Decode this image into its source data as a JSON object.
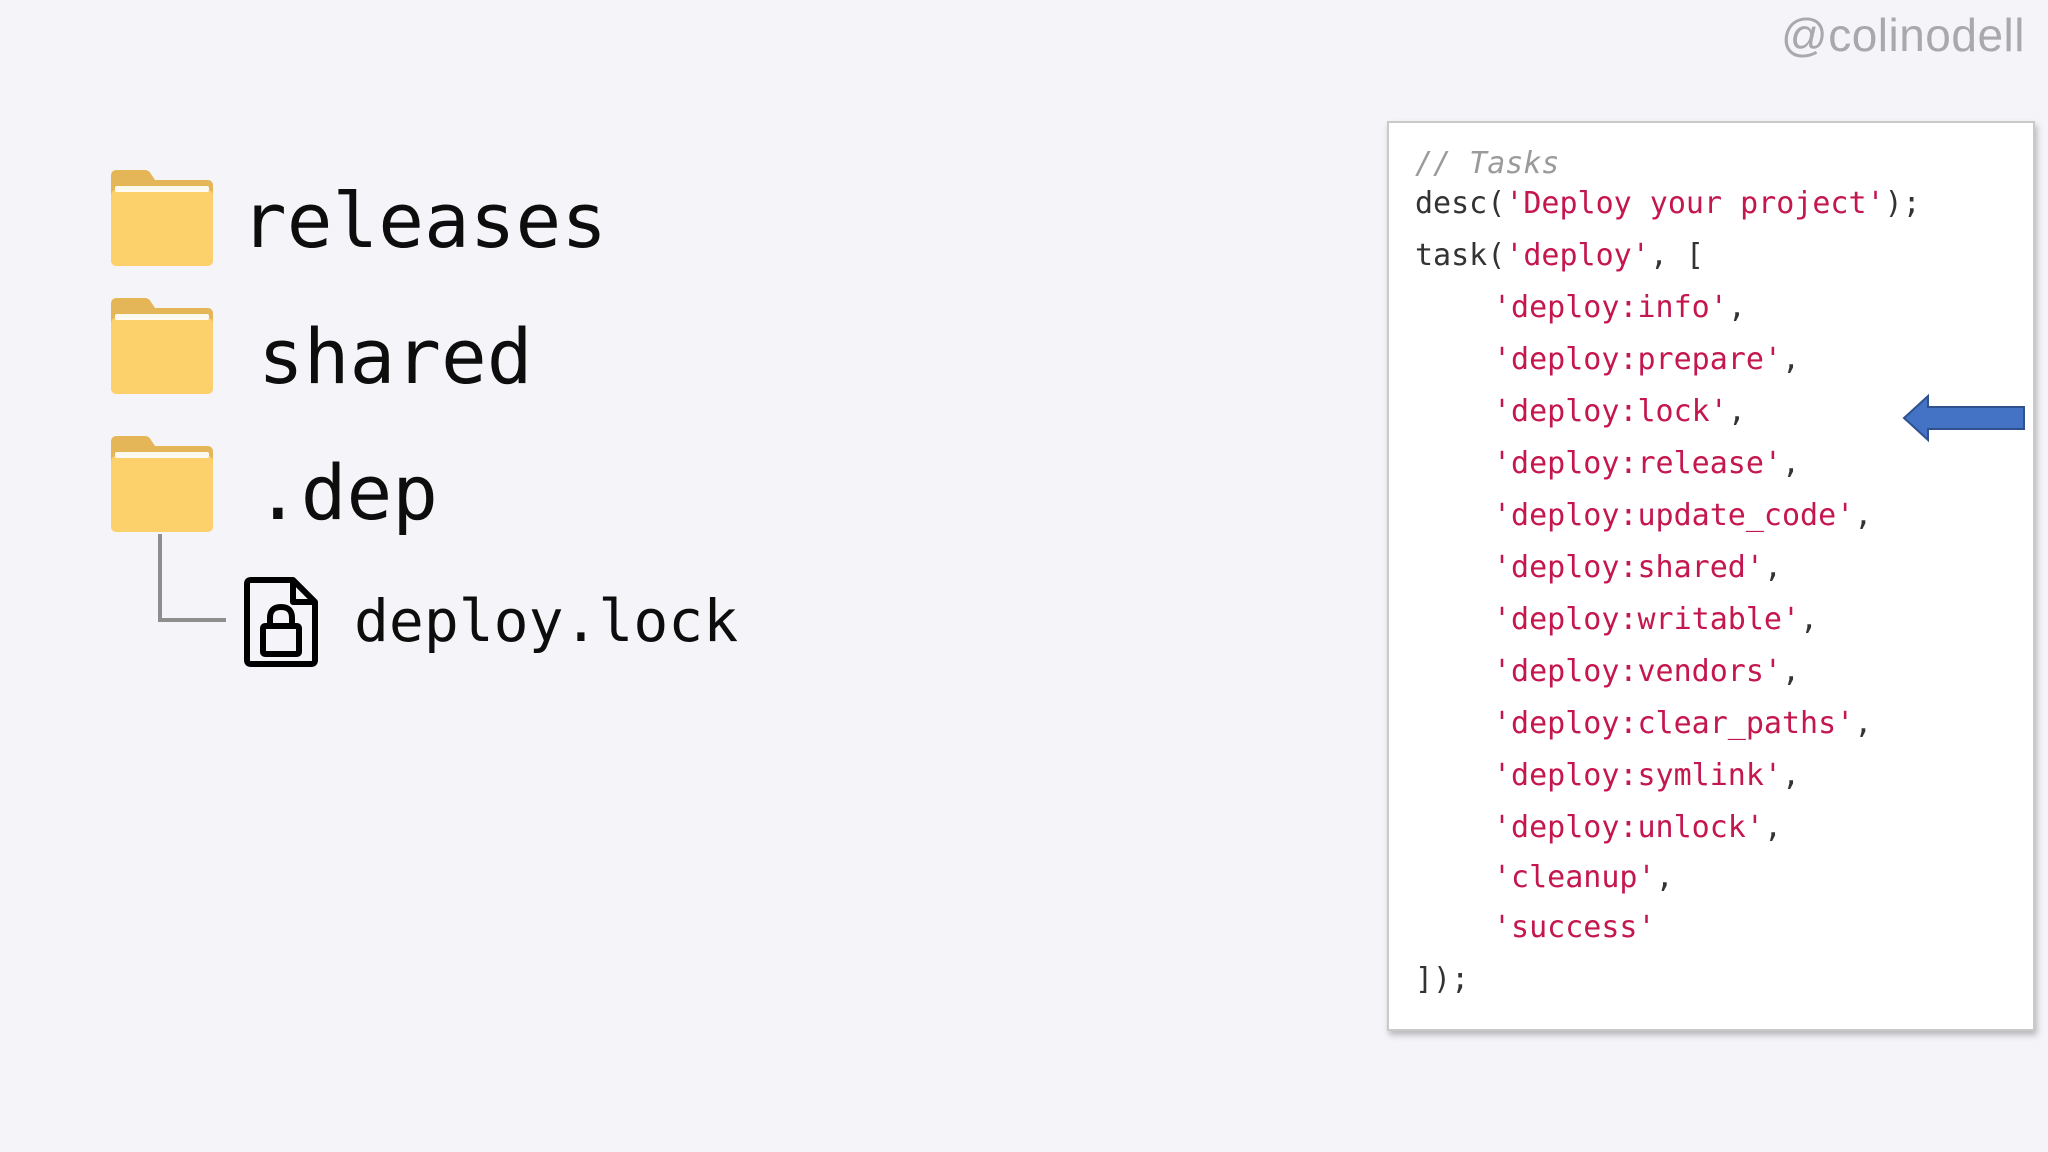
{
  "header": {
    "handle": "@colinodell"
  },
  "tree": {
    "folders": [
      {
        "name": "releases"
      },
      {
        "name": "shared"
      },
      {
        "name": ".dep"
      }
    ],
    "child_file": {
      "name": "deploy.lock",
      "icon": "locked-file-icon"
    },
    "folder_icon": "folder-icon",
    "colors": {
      "folder_fill": "#fcd06b",
      "folder_tab": "#e4b657",
      "tree_line": "#8e8e8e"
    }
  },
  "code": {
    "comment": "// Tasks",
    "desc_open": "desc(",
    "desc_string": "'Deploy your project'",
    "desc_close": ");",
    "task_open": "task(",
    "task_string": "'deploy'",
    "task_array_open": ", [",
    "tasks": [
      {
        "name": "'deploy:info'",
        "sep": ","
      },
      {
        "name": "'deploy:prepare'",
        "sep": ","
      },
      {
        "name": "'deploy:lock'",
        "sep": ","
      },
      {
        "name": "'deploy:release'",
        "sep": ","
      },
      {
        "name": "'deploy:update_code'",
        "sep": ","
      },
      {
        "name": "'deploy:shared'",
        "sep": ","
      },
      {
        "name": "'deploy:writable'",
        "sep": ","
      },
      {
        "name": "'deploy:vendors'",
        "sep": ","
      },
      {
        "name": "'deploy:clear_paths'",
        "sep": ","
      },
      {
        "name": "'deploy:symlink'",
        "sep": ","
      },
      {
        "name": "'deploy:unlock'",
        "sep": ","
      },
      {
        "name": "'cleanup'",
        "sep": ","
      },
      {
        "name": "'success'",
        "sep": ""
      }
    ],
    "closing": "]);",
    "colors": {
      "string": "#c4174e",
      "comment": "#9b9b9b",
      "plain": "#333333"
    }
  },
  "pointer": {
    "icon": "left-arrow-icon",
    "color": "#4472c4",
    "target": "'deploy:lock'"
  }
}
